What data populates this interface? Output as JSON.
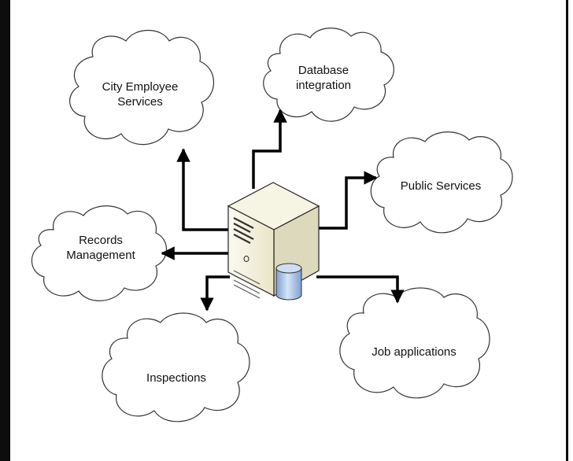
{
  "diagram": {
    "center": {
      "icon": "server-with-database-icon"
    },
    "services": [
      {
        "id": "city-employee-services",
        "label_lines": [
          "City Employee",
          "Services"
        ]
      },
      {
        "id": "database-integration",
        "label_lines": [
          "Database",
          "integration"
        ]
      },
      {
        "id": "public-services",
        "label_lines": [
          "Public Services"
        ]
      },
      {
        "id": "records-management",
        "label_lines": [
          "Records",
          "Management"
        ]
      },
      {
        "id": "inspections",
        "label_lines": [
          "Inspections"
        ]
      },
      {
        "id": "job-applications",
        "label_lines": [
          "Job applications"
        ]
      }
    ]
  },
  "colors": {
    "frame": "#0d0d0d",
    "cloud_stroke": "#333333",
    "arrow": "#000000",
    "server_body": "#f2efda",
    "server_side": "#ddd9bd",
    "database": "#a9c3e6"
  }
}
